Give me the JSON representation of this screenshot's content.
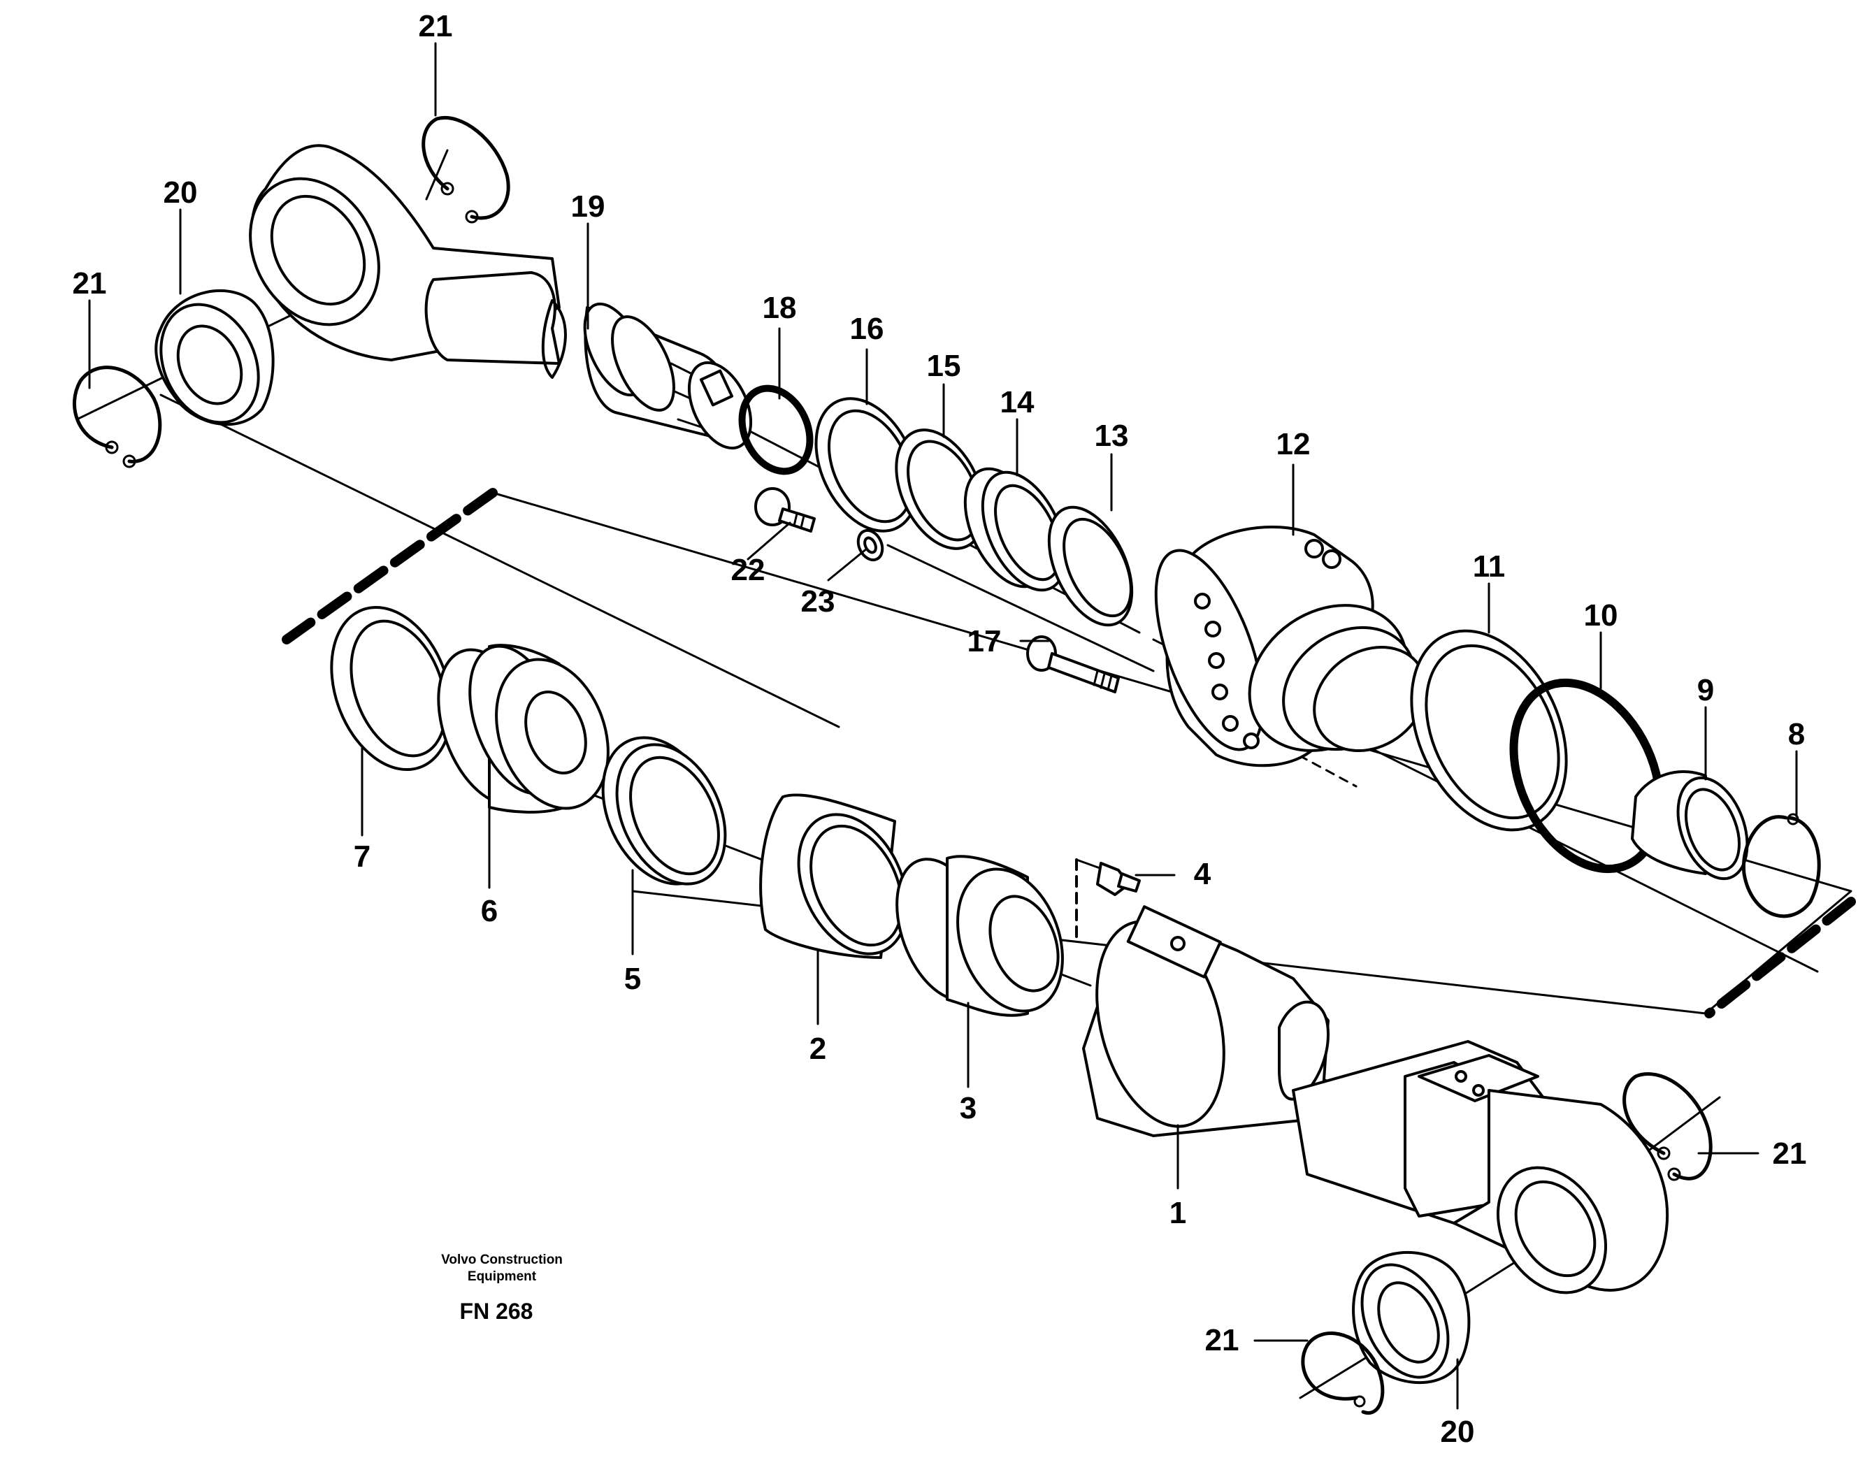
{
  "diagram": {
    "callouts": {
      "c1": "1",
      "c2": "2",
      "c3": "3",
      "c4": "4",
      "c5": "5",
      "c6": "6",
      "c7": "7",
      "c8": "8",
      "c9": "9",
      "c10": "10",
      "c11": "11",
      "c12": "12",
      "c13": "13",
      "c14": "14",
      "c15": "15",
      "c16": "16",
      "c17": "17",
      "c18": "18",
      "c19": "19",
      "c20": "20",
      "c21": "21",
      "c22": "22",
      "c23": "23"
    },
    "brand": {
      "line1": "Volvo Construction",
      "line2": "Equipment"
    },
    "figure_code": "FN 268"
  }
}
